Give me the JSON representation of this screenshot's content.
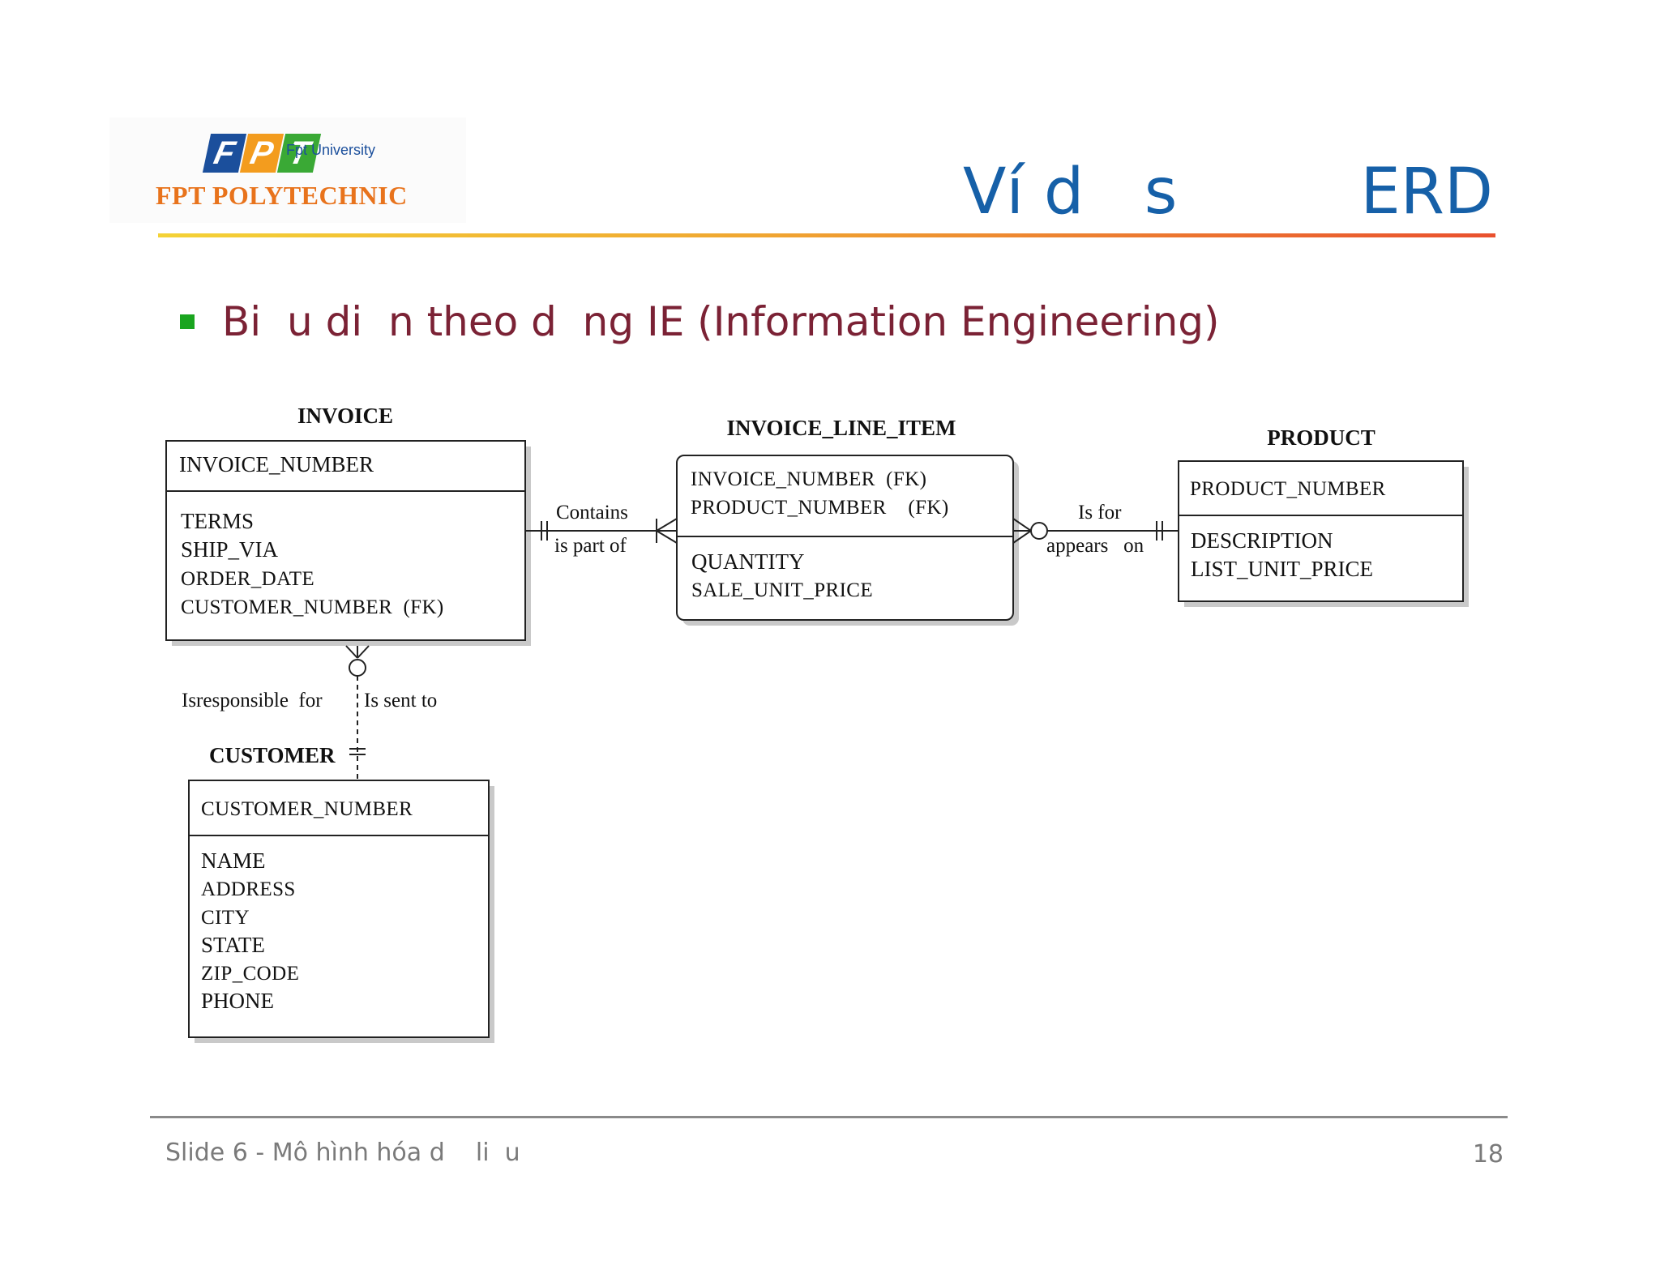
{
  "header": {
    "logo_letters": [
      "F",
      "P",
      "T"
    ],
    "logo_university": "Fpt University",
    "logo_brand": "FPT POLYTECHNIC",
    "title_left": "Ví d   s",
    "title_right": "ERD"
  },
  "bullet": {
    "text": "Bi  u di  n theo d  ng IE (Information Engineering)"
  },
  "entities": {
    "invoice": {
      "title": "INVOICE",
      "pk": [
        "INVOICE_NUMBER"
      ],
      "attrs": [
        "TERMS",
        "SHIP_VIA",
        "ORDER_DATE",
        "CUSTOMER_NUMBER  (FK)"
      ]
    },
    "line_item": {
      "title": "INVOICE_LINE_ITEM",
      "pk": [
        "INVOICE_NUMBER  (FK)",
        "PRODUCT_NUMBER    (FK)"
      ],
      "attrs": [
        "QUANTITY",
        "SALE_UNIT_PRICE"
      ]
    },
    "product": {
      "title": "PRODUCT",
      "pk": [
        "PRODUCT_NUMBER"
      ],
      "attrs": [
        "DESCRIPTION",
        "LIST_UNIT_PRICE"
      ]
    },
    "customer": {
      "title": "CUSTOMER",
      "pk": [
        "CUSTOMER_NUMBER"
      ],
      "attrs": [
        "NAME",
        "ADDRESS",
        "CITY",
        "STATE",
        "ZIP_CODE",
        "PHONE"
      ]
    }
  },
  "relationships": {
    "invoice_line": {
      "forward": "Contains",
      "reverse": "is part of"
    },
    "line_product": {
      "forward": "Is for",
      "reverse": "appears   on"
    },
    "customer_invoice": {
      "forward": "Isresponsible  for",
      "reverse": "Is sent to"
    }
  },
  "footer": {
    "left": "Slide 6 - Mô hình hóa d    li  u",
    "page": "18"
  },
  "colors": {
    "title_blue": "#1660a8",
    "bullet_green": "#1aa51f",
    "bullet_text": "#7b2235",
    "brand_orange": "#e8731c",
    "logo_blue": "#1b4f9c",
    "logo_orange": "#f39c1e",
    "logo_green": "#3aa935"
  }
}
